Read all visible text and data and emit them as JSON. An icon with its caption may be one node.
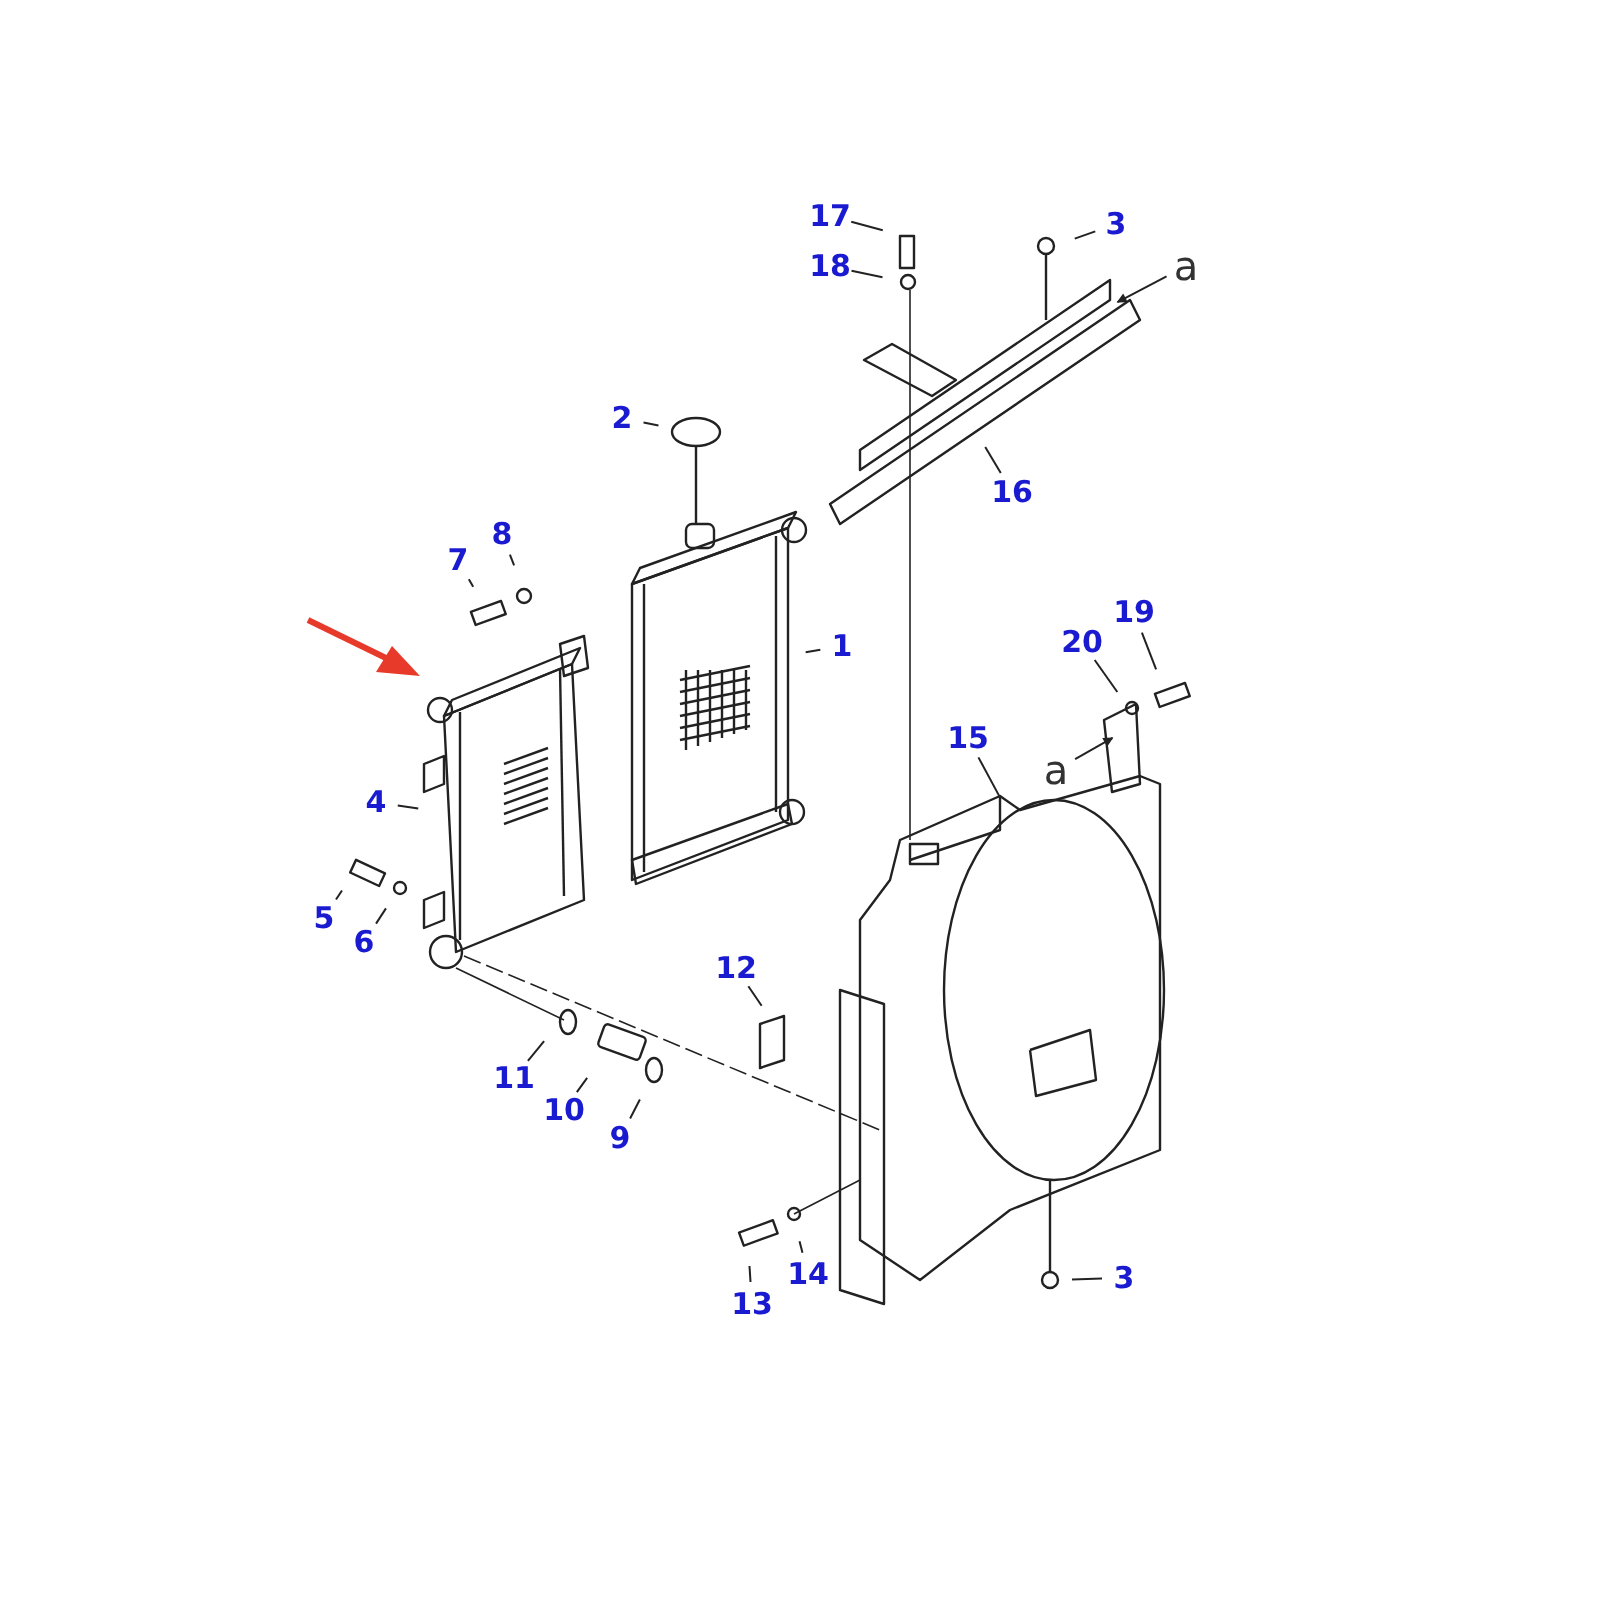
{
  "diagram": {
    "nodes": [
      {
        "text": [
          "17"
        ]
      },
      {
        "text": [
          "18"
        ]
      },
      {
        "text": [
          "3"
        ]
      },
      {
        "text": [
          "a"
        ]
      },
      {
        "text": [
          "16"
        ]
      },
      {
        "text": [
          "2"
        ]
      },
      {
        "text": [
          "7"
        ]
      },
      {
        "text": [
          "8"
        ]
      },
      {
        "text": [
          "1"
        ]
      },
      {
        "text": [
          "19"
        ]
      },
      {
        "text": [
          "20"
        ]
      },
      {
        "text": [
          "a"
        ]
      },
      {
        "text": [
          "4"
        ]
      },
      {
        "text": [
          "15"
        ]
      },
      {
        "text": [
          "5"
        ]
      },
      {
        "text": [
          "6"
        ]
      },
      {
        "text": [
          "12"
        ]
      },
      {
        "text": [
          "11"
        ]
      },
      {
        "text": [
          "10"
        ]
      },
      {
        "text": [
          "9"
        ]
      },
      {
        "text": [
          "14"
        ]
      },
      {
        "text": [
          "13"
        ]
      },
      {
        "text": [
          "3"
        ]
      }
    ],
    "edges": [
      {
        "from": 0,
        "to": null,
        "arrow": "none"
      },
      {
        "from": 1,
        "to": null,
        "arrow": "none"
      },
      {
        "from": 2,
        "to": null,
        "arrow": "none"
      },
      {
        "from": 3,
        "to": null,
        "arrow": "to"
      },
      {
        "from": 4,
        "to": null,
        "arrow": "none"
      },
      {
        "from": 5,
        "to": null,
        "arrow": "none"
      },
      {
        "from": 6,
        "to": null,
        "arrow": "none"
      },
      {
        "from": 7,
        "to": null,
        "arrow": "none"
      },
      {
        "from": 8,
        "to": null,
        "arrow": "none"
      },
      {
        "from": 9,
        "to": null,
        "arrow": "none"
      },
      {
        "from": 10,
        "to": null,
        "arrow": "none"
      },
      {
        "from": 11,
        "to": null,
        "arrow": "to"
      },
      {
        "from": 12,
        "to": null,
        "arrow": "none"
      },
      {
        "from": 13,
        "to": null,
        "arrow": "none"
      },
      {
        "from": 14,
        "to": null,
        "arrow": "none"
      },
      {
        "from": 15,
        "to": null,
        "arrow": "none"
      },
      {
        "from": 16,
        "to": null,
        "arrow": "none"
      },
      {
        "from": 17,
        "to": null,
        "arrow": "none"
      },
      {
        "from": 18,
        "to": null,
        "arrow": "none"
      },
      {
        "from": 19,
        "to": null,
        "arrow": "none"
      },
      {
        "from": 20,
        "to": null,
        "arrow": "none"
      },
      {
        "from": 21,
        "to": null,
        "arrow": "none"
      },
      {
        "from": 22,
        "to": null,
        "arrow": "none"
      }
    ]
  }
}
